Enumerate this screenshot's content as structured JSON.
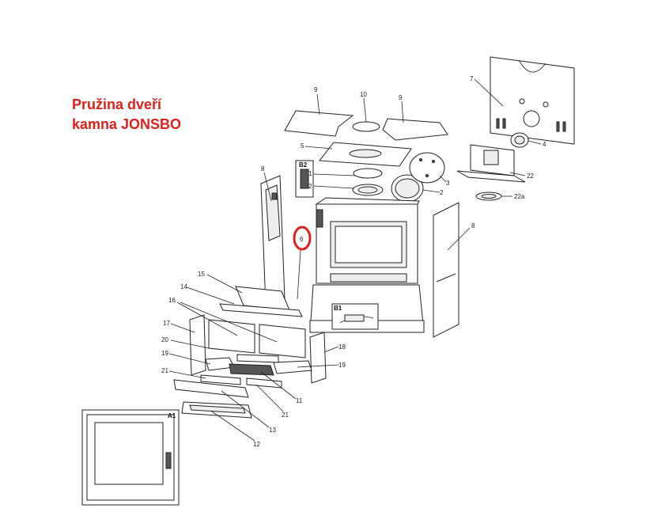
{
  "title": {
    "line1": "Pružina dveří",
    "line2": "kamna JONSBO"
  },
  "highlight_color": "#e0201b",
  "callouts": {
    "p1": "1",
    "p2a": "2",
    "p2b": "2",
    "p3": "3",
    "p4": "4",
    "p5": "5",
    "p6": "6",
    "p7": "7",
    "p8a": "8",
    "p8b": "8",
    "p9a": "9",
    "p9b": "9",
    "p10": "10",
    "p11": "11",
    "p12": "12",
    "p13": "13",
    "p14": "14",
    "p15": "15",
    "p16": "16",
    "p17": "17",
    "p18": "18",
    "p19a": "19",
    "p19b": "19",
    "p20": "20",
    "p21a": "21",
    "p21b": "21",
    "p22": "22",
    "p22a": "22a"
  },
  "detail_labels": {
    "a1": "A1",
    "b1": "B1",
    "b2": "B2"
  }
}
